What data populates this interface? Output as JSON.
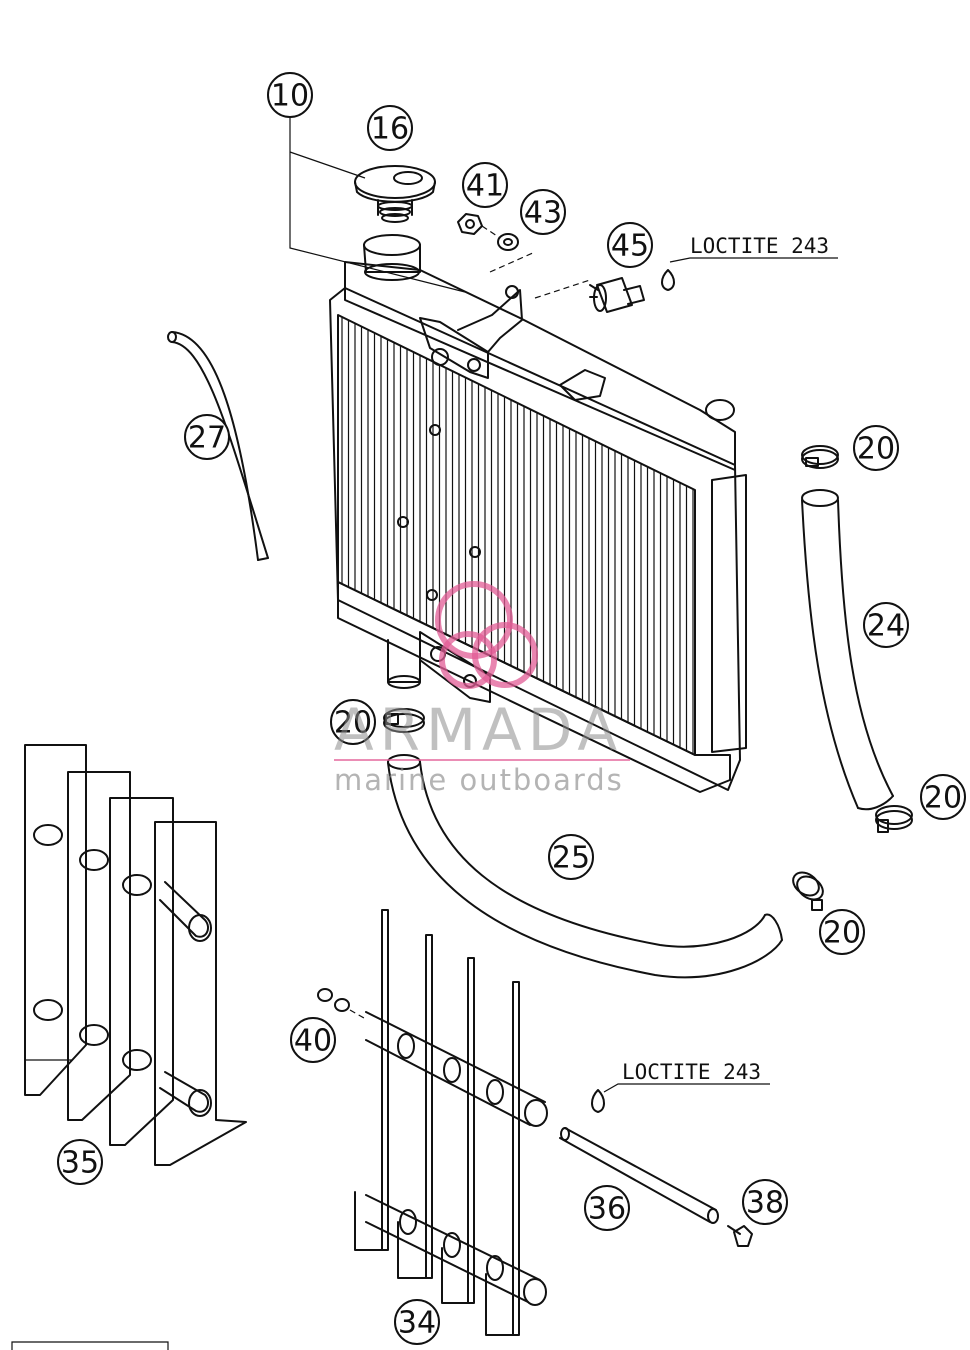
{
  "diagram": {
    "callouts": [
      {
        "id": "c10",
        "label": "10"
      },
      {
        "id": "c16",
        "label": "16"
      },
      {
        "id": "c41",
        "label": "41"
      },
      {
        "id": "c43",
        "label": "43"
      },
      {
        "id": "c45",
        "label": "45"
      },
      {
        "id": "c27",
        "label": "27"
      },
      {
        "id": "c20a",
        "label": "20"
      },
      {
        "id": "c24",
        "label": "24"
      },
      {
        "id": "c20b",
        "label": "20"
      },
      {
        "id": "c20c",
        "label": "20"
      },
      {
        "id": "c25",
        "label": "25"
      },
      {
        "id": "c20d",
        "label": "20"
      },
      {
        "id": "c40",
        "label": "40"
      },
      {
        "id": "c35",
        "label": "35"
      },
      {
        "id": "c36",
        "label": "36"
      },
      {
        "id": "c38",
        "label": "38"
      },
      {
        "id": "c34",
        "label": "34"
      }
    ],
    "notes": [
      {
        "id": "n1",
        "text": "LOCTITE 243"
      },
      {
        "id": "n2",
        "text": "LOCTITE 243"
      }
    ]
  },
  "watermark": {
    "brand": "ARMADA",
    "tagline": "marine outboards"
  },
  "colors": {
    "line": "#111111",
    "watermark_logo": "#e25c96",
    "watermark_text": "#8c8c8c"
  }
}
